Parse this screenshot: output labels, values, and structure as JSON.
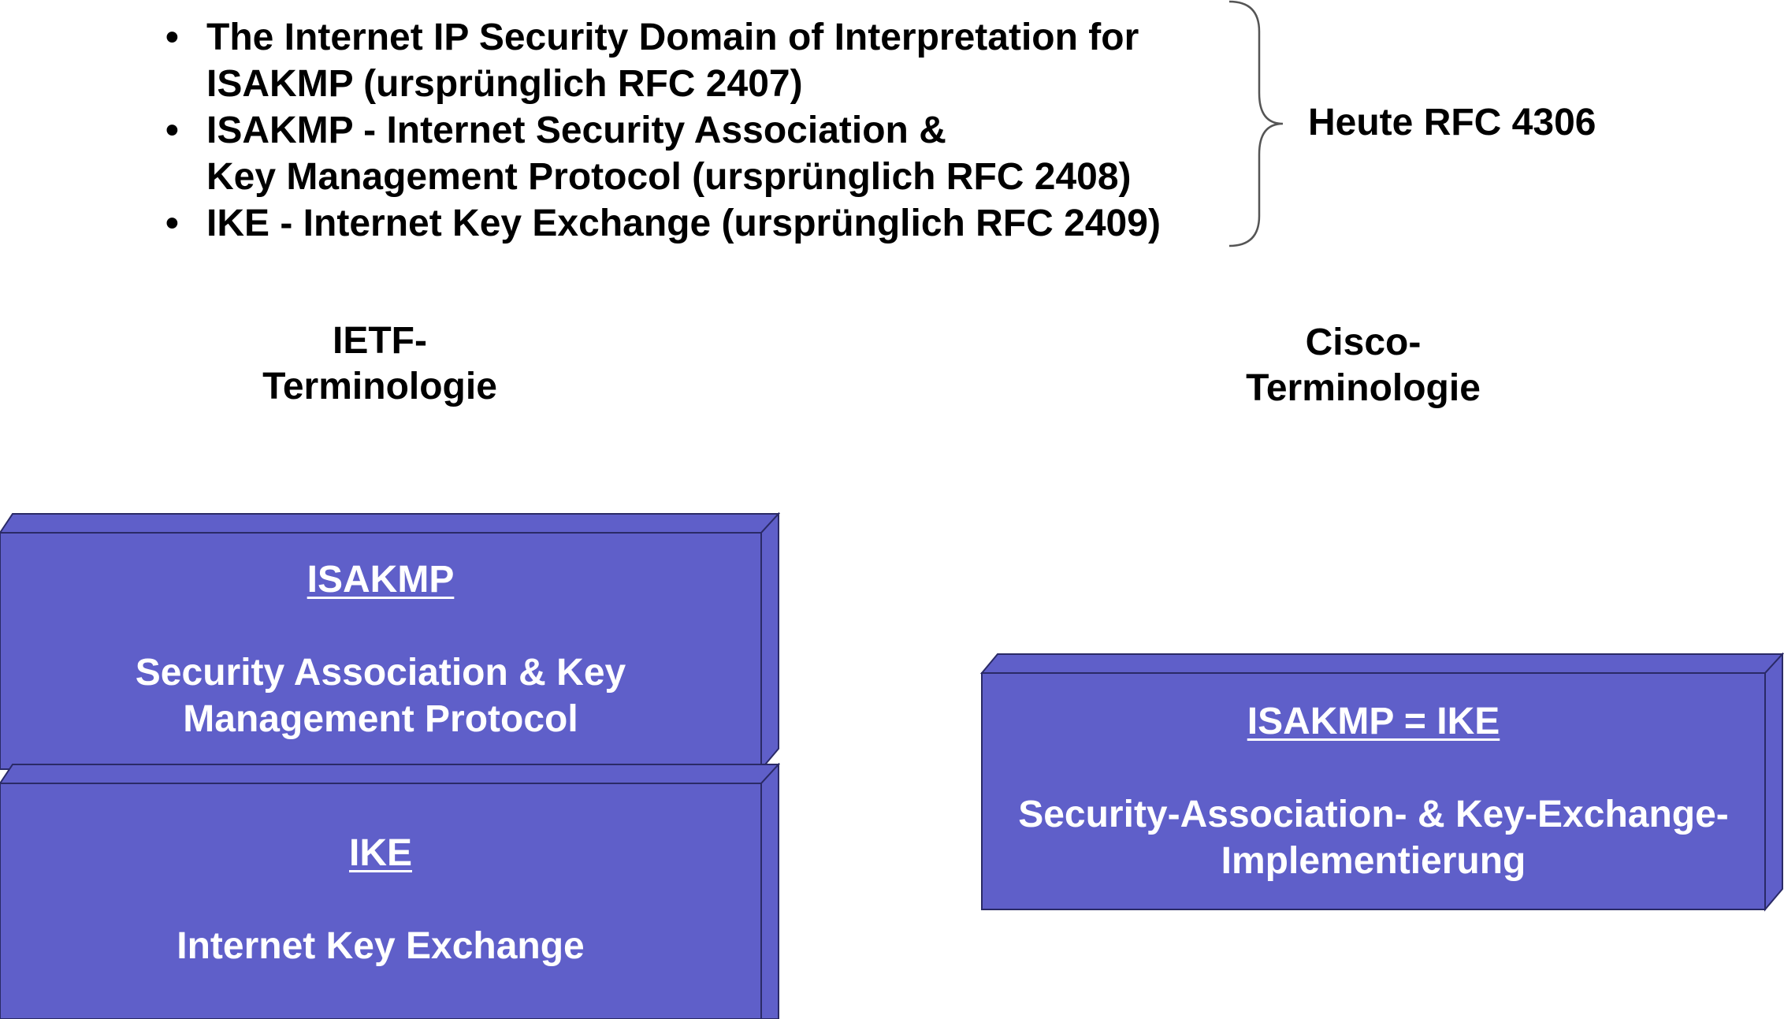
{
  "bullets": {
    "marker": "•",
    "items": [
      {
        "line1": "The Internet IP Security Domain of Interpretation for",
        "line2": "ISAKMP (ursprünglich RFC 2407)"
      },
      {
        "line1": "ISAKMP - Internet Security Association &",
        "line2": "Key Management Protocol (ursprünglich RFC 2408)"
      },
      {
        "line1": "IKE - Internet Key Exchange (ursprünglich RFC 2409)",
        "line2": ""
      }
    ]
  },
  "brace_label": "Heute RFC 4306",
  "ietf": {
    "line1": "IETF-",
    "line2": "Terminologie",
    "isakmp_box": {
      "title": "ISAKMP",
      "line1": "Security Association & Key",
      "line2": "Management Protocol"
    },
    "ike_box": {
      "title": "IKE",
      "line1": "Internet Key Exchange"
    }
  },
  "cisco": {
    "line1": "Cisco-",
    "line2": "Terminologie",
    "box": {
      "title": "ISAKMP = IKE",
      "line1": "Security-Association- & Key-Exchange-",
      "line2": "Implementierung"
    }
  },
  "colors": {
    "box_fill": "#5f5fc9",
    "box_edge": "#2a2a66",
    "box_text": "#ffffff",
    "text": "#000000"
  }
}
